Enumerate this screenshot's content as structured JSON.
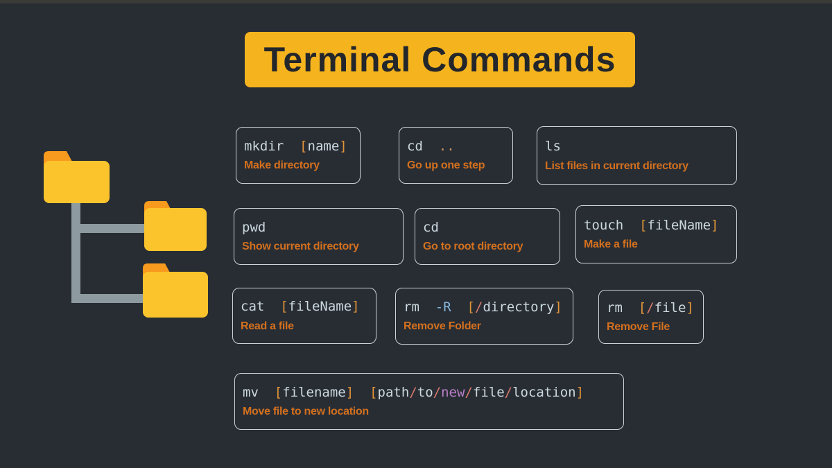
{
  "title": {
    "text": "Terminal Commands"
  },
  "theme": {
    "background": "#282d34",
    "banner_bg": "#f5b41e",
    "banner_text": "#23262b",
    "card_border": "#ccd4d9",
    "command_text": "#ccd8df",
    "bracket_orange": "#e29538",
    "slash_salmon": "#d8796b",
    "flag_blue": "#85b9de",
    "keyword_purple": "#b97fc8",
    "dots_tan": "#d09a5e",
    "description_text": "#d3701e",
    "folder_body": "#fbc42c",
    "folder_tab": "#f79a1d",
    "connector_gray": "#8d9aa0"
  },
  "illustration": {
    "name": "folder-tree",
    "folder_count": 3
  },
  "boxes": [
    {
      "id": "mkdir",
      "command": [
        {
          "t": "mkdir  ",
          "c": "w"
        },
        {
          "t": "[",
          "c": "o"
        },
        {
          "t": "name",
          "c": "w"
        },
        {
          "t": "]",
          "c": "o"
        }
      ],
      "desc": "Make directory"
    },
    {
      "id": "cd-up",
      "command": [
        {
          "t": "cd  ",
          "c": "w"
        },
        {
          "t": "..",
          "c": "n"
        }
      ],
      "desc": "Go up one step"
    },
    {
      "id": "ls",
      "command": [
        {
          "t": "ls",
          "c": "w"
        }
      ],
      "desc": "List files in current directory"
    },
    {
      "id": "pwd",
      "command": [
        {
          "t": "pwd",
          "c": "w"
        }
      ],
      "desc": "Show current directory"
    },
    {
      "id": "cd-root",
      "command": [
        {
          "t": "cd",
          "c": "w"
        }
      ],
      "desc": "Go to root directory"
    },
    {
      "id": "touch",
      "command": [
        {
          "t": "touch  ",
          "c": "w"
        },
        {
          "t": "[",
          "c": "o"
        },
        {
          "t": "fileName",
          "c": "w"
        },
        {
          "t": "]",
          "c": "o"
        }
      ],
      "desc": "Make a file"
    },
    {
      "id": "cat",
      "command": [
        {
          "t": "cat  ",
          "c": "w"
        },
        {
          "t": "[",
          "c": "o"
        },
        {
          "t": "fileName",
          "c": "w"
        },
        {
          "t": "]",
          "c": "o"
        }
      ],
      "desc": "Read a file"
    },
    {
      "id": "rm-r",
      "command": [
        {
          "t": "rm  ",
          "c": "w"
        },
        {
          "t": "-R",
          "c": "b"
        },
        {
          "t": "  ",
          "c": "w"
        },
        {
          "t": "[",
          "c": "o"
        },
        {
          "t": "/",
          "c": "s"
        },
        {
          "t": "directory",
          "c": "w"
        },
        {
          "t": "]",
          "c": "o"
        }
      ],
      "desc": "Remove Folder"
    },
    {
      "id": "rm",
      "command": [
        {
          "t": "rm  ",
          "c": "w"
        },
        {
          "t": "[",
          "c": "o"
        },
        {
          "t": "/",
          "c": "s"
        },
        {
          "t": "file",
          "c": "w"
        },
        {
          "t": "]",
          "c": "o"
        }
      ],
      "desc": "Remove File"
    },
    {
      "id": "mv",
      "command": [
        {
          "t": "mv  ",
          "c": "w"
        },
        {
          "t": "[",
          "c": "o"
        },
        {
          "t": "filename",
          "c": "w"
        },
        {
          "t": "]",
          "c": "o"
        },
        {
          "t": "  ",
          "c": "w"
        },
        {
          "t": "[",
          "c": "o"
        },
        {
          "t": "path",
          "c": "w"
        },
        {
          "t": "/",
          "c": "s"
        },
        {
          "t": "to",
          "c": "w"
        },
        {
          "t": "/",
          "c": "s"
        },
        {
          "t": "new",
          "c": "p"
        },
        {
          "t": "/",
          "c": "s"
        },
        {
          "t": "file",
          "c": "w"
        },
        {
          "t": "/",
          "c": "s"
        },
        {
          "t": "location",
          "c": "w"
        },
        {
          "t": "]",
          "c": "o"
        }
      ],
      "desc": "Move file to new location"
    }
  ]
}
